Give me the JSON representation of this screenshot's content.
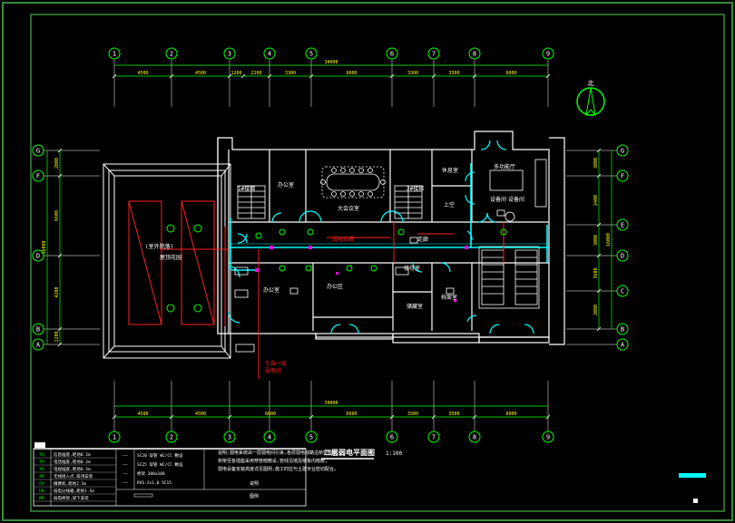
{
  "drawing": {
    "title": "二层弱电平面图",
    "scale": "1:100",
    "north_label": "北"
  },
  "grid": {
    "columns": [
      "1",
      "2",
      "3",
      "4",
      "5",
      "6",
      "7",
      "8",
      "9"
    ],
    "rows_left": [
      "G",
      "F",
      "D",
      "B",
      "A"
    ],
    "rows_right": [
      "G",
      "F",
      "E",
      "D",
      "C",
      "B",
      "A"
    ],
    "dims_top": [
      "4500",
      "4500",
      "1200",
      "2100",
      "3300",
      "6600",
      "3300",
      "3300",
      "6000"
    ],
    "dims_bottom": [
      "4500",
      "4500",
      "6600",
      "6600",
      "3300",
      "3300",
      "6000"
    ],
    "overall_top": "34000",
    "overall_bottom": "34000",
    "dims_left": [
      "2000",
      "6600",
      "4200",
      "1200"
    ],
    "overall_left": "16000",
    "dims_right": [
      "3000",
      "2400",
      "3000",
      "3600",
      "2000"
    ],
    "overall_right": "16000"
  },
  "rooms": {
    "stair1": "1#楼梯",
    "stair2": "2#楼梯",
    "multimedia": "多功能厅",
    "meeting": "大会议室",
    "office_a": "办公室",
    "office_b": "办公室",
    "void": "上空",
    "corridor": "走廊",
    "reception": "接待室",
    "lounge": "休息室",
    "open_office": "办公区",
    "archive": "档案室",
    "storage": "储藏室",
    "unit_a": "设备间",
    "unit_b": "设备间",
    "court": "(室外院落)",
    "court_sub": "屋顶花园"
  },
  "cable_note": "弱电线槽",
  "riser_note": [
    "引自一层",
    "弱电间"
  ],
  "legend": {
    "rows": [
      {
        "sym": "TO",
        "text": "信息插座,距地0.3m"
      },
      {
        "sym": "TP",
        "text": "电话插座,距地0.3m"
      },
      {
        "sym": "TV",
        "text": "电视插座,距地0.3m"
      },
      {
        "sym": "AP",
        "text": "无线接入点,吸顶安装"
      },
      {
        "sym": "CP",
        "text": "摄像机,距地2.5m"
      },
      {
        "sym": "HB",
        "text": "弱电分线箱,距地1.5m"
      },
      {
        "sym": "MR",
        "text": "弱电桥架,梁下安装"
      }
    ],
    "right_rows": [
      {
        "sym": "——",
        "text": "SC20 穿管 WC/CC 敷设"
      },
      {
        "sym": "——",
        "text": "SC25 穿管 WC/CC 敷设"
      },
      {
        "sym": "——",
        "text": "桥架 200x100"
      },
      {
        "sym": "——",
        "text": "RVS-2x1.0 SC15"
      }
    ],
    "note_label": "说明",
    "note_sub": "图例"
  },
  "notes": [
    "说明:弱电系统由一层弱电间引来,各层弱电线路沿桥架敷设,",
    "桥架至各插座采用穿管暗敷设,管线沿墙及楼板内暗敷,",
    "弱电设备安装高度详见图例,施工时应与土建专业密切配合。"
  ],
  "colors": {
    "frame": "#3a8a3a",
    "wall": "#ffffff",
    "cyan": "#00ffff",
    "red": "#ff2020",
    "green": "#00ff00",
    "dim": "#ffff00",
    "magenta": "#ff00ff"
  }
}
